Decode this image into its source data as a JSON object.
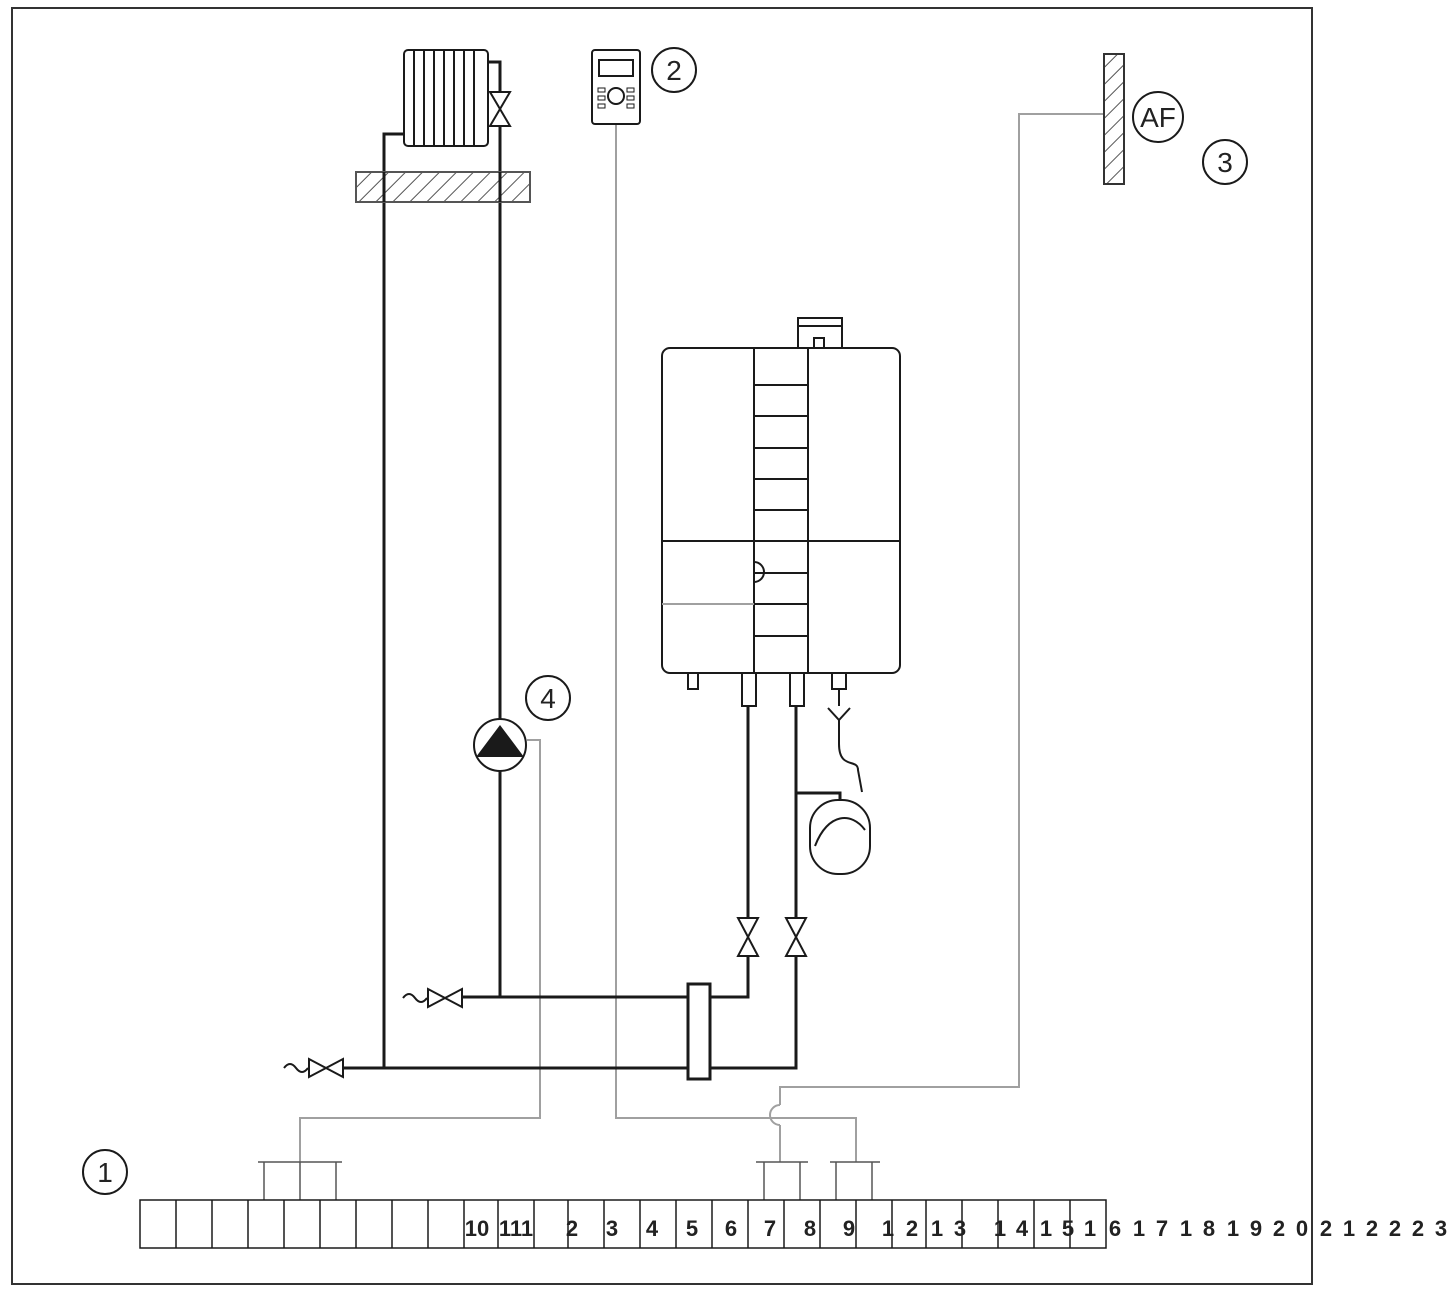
{
  "callouts": [
    "1",
    "2",
    "3",
    "4"
  ],
  "sensor_label": "AF",
  "terminal_numbers": "10 111 2 3 4 5 6 7 8 9 1 2 1 3 1 4 1 5 1 6 1 7 1 8 1 9 2 0 2 1 2 2 2 3",
  "terminal_chars": [
    "10",
    "111",
    "2",
    "3",
    "4",
    "5",
    "6",
    "7",
    "8",
    "9",
    "1",
    "2",
    "1",
    "3",
    "1",
    "4",
    "1",
    "5",
    "1",
    "6",
    "1",
    "7",
    "1",
    "8",
    "1",
    "9",
    "2",
    "0",
    "2",
    "1",
    "2",
    "2",
    "2",
    "3"
  ],
  "icons": [
    "radiator-icon",
    "controller-icon",
    "outdoor-sensor-icon",
    "pump-icon",
    "boiler-icon",
    "expansion-vessel-icon",
    "valve-icon",
    "drain-valve-icon",
    "hydraulic-separator-icon",
    "terminal-strip-icon"
  ],
  "colors": {
    "pipe": "#1a1a1a",
    "wire": "#a0a0a0",
    "frame": "#333333"
  }
}
